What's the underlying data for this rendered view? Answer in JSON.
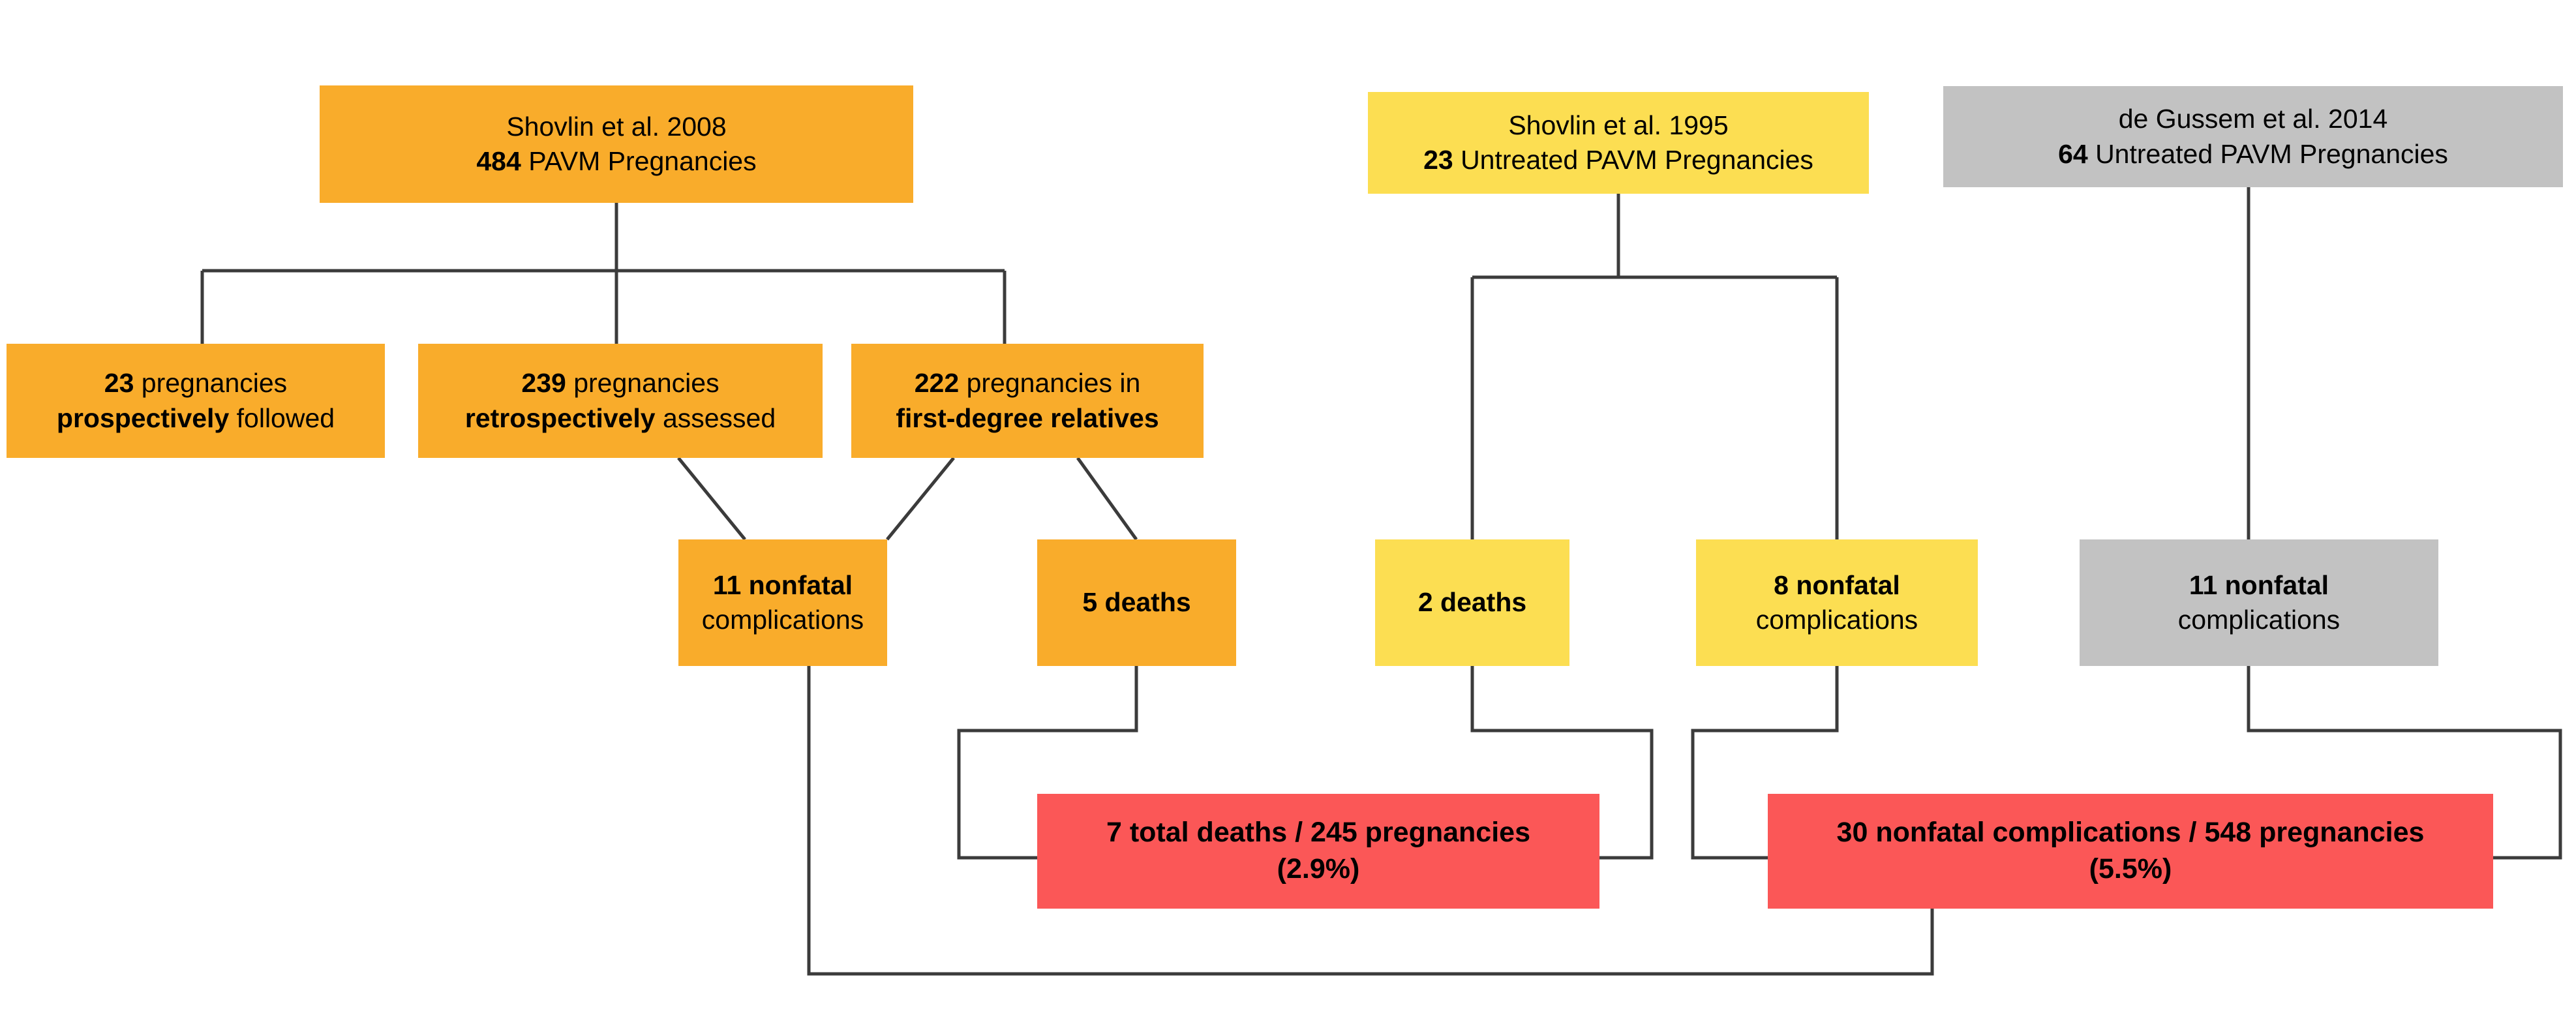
{
  "diagram": {
    "title_visible": false,
    "colors": {
      "orange": "#F9AC2B",
      "yellow": "#FCDE52",
      "gray": "#C2C2C2",
      "red": "#FB5757",
      "line": "#3B3B3B",
      "text": "#000000",
      "background": "#FFFFFF"
    }
  },
  "nodes": {
    "shovlin2008": {
      "line1_regular": "Shovlin et al. 2008",
      "line2_bold": "484",
      "line2_regular": " PAVM Pregnancies",
      "color": "#F9AC2B"
    },
    "shovlin1995": {
      "line1_regular": "Shovlin et al. 1995",
      "line2_bold": "23",
      "line2_regular": " Untreated PAVM Pregnancies",
      "color": "#FCDE52"
    },
    "degussem2014": {
      "line1_regular": "de Gussem et al. 2014",
      "line2_bold": "64",
      "line2_regular": " Untreated PAVM Pregnancies",
      "color": "#C2C2C2"
    },
    "prospective": {
      "line1_bold": "23",
      "line1_regular": " pregnancies",
      "line2_bold": "prospectively",
      "line2_regular": " followed",
      "color": "#F9AC2B"
    },
    "retrospective": {
      "line1_bold": "239",
      "line1_regular": " pregnancies",
      "line2_bold": "retrospectively",
      "line2_regular": " assessed",
      "color": "#F9AC2B"
    },
    "firstdegree": {
      "line1_bold": "222",
      "line1_regular": " pregnancies in",
      "line2_bold": "first-degree relatives",
      "line2_regular": "",
      "color": "#F9AC2B"
    },
    "nonfatal11_orange": {
      "line1_bold": "11 nonfatal",
      "line2_regular": "complications",
      "color": "#F9AC2B"
    },
    "deaths5": {
      "line1_bold": "5 deaths",
      "color": "#F9AC2B"
    },
    "deaths2": {
      "line1_bold": "2 deaths",
      "color": "#FCDE52"
    },
    "nonfatal8_yellow": {
      "line1_bold": "8 nonfatal",
      "line2_regular": "complications",
      "color": "#FCDE52"
    },
    "nonfatal11_gray": {
      "line1_bold": "11 nonfatal",
      "line2_regular": "complications",
      "color": "#C2C2C2"
    },
    "total_deaths": {
      "line1_bold": "7 total deaths / 245 pregnancies",
      "line2_bold": "(2.9%)",
      "color": "#FB5757"
    },
    "total_nonfatal": {
      "line1_bold": "30 nonfatal complications / 548 pregnancies",
      "line2_bold": "(5.5%)",
      "color": "#FB5757"
    }
  }
}
